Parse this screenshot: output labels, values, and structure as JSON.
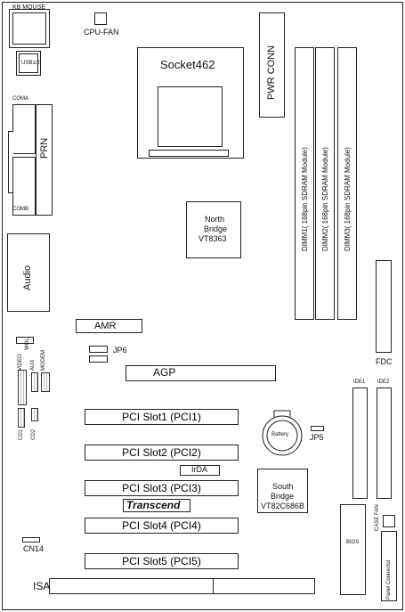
{
  "labels": {
    "kb_mouse": "KB MOUSE",
    "cpu_fan": "CPU-FAN",
    "usb": "USB1/2",
    "socket": "Socket462",
    "pwr_conn": "PWR CONN",
    "coma": "COMA",
    "prn": "PRN",
    "comb": "COMB",
    "north_bridge": [
      "North",
      "Bridge",
      "VT8363"
    ],
    "dimm1": "DIMM1( 168pin SDRAM Module)",
    "dimm2": "DIMM2( 168pin SDRAM Module)",
    "dimm3": "DIMM3( 168pin SDRAM Module)",
    "audio": "Audio",
    "amr": "AMR",
    "wol": "WOL",
    "jp6": "JP6",
    "fdc": "FDC",
    "video": "VIDEO",
    "aux": "AUX",
    "modem": "MODEM",
    "agp": "AGP",
    "ide1": "IDE1",
    "ide2": "IDE2",
    "pci1": "PCI Slot1 (PCI1)",
    "pci2": "PCI Slot2 (PCI2)",
    "pci3": "PCI Slot3 (PCI3)",
    "pci4": "PCI Slot4 (PCI4)",
    "pci5": "PCI Slot5 (PCI5)",
    "cd1": "CD1",
    "cd2": "CD2",
    "battery": "Battery",
    "jp5": "JP5",
    "irda": "IrDA",
    "transcend": "Transcend",
    "south_bridge": [
      "South",
      "Bridge",
      "VT82C686B"
    ],
    "case_fan": "CASE FAN",
    "bios": "BIOS",
    "panel_connector": "Panel Connector",
    "cn14": "CN14",
    "isa": "ISA"
  }
}
